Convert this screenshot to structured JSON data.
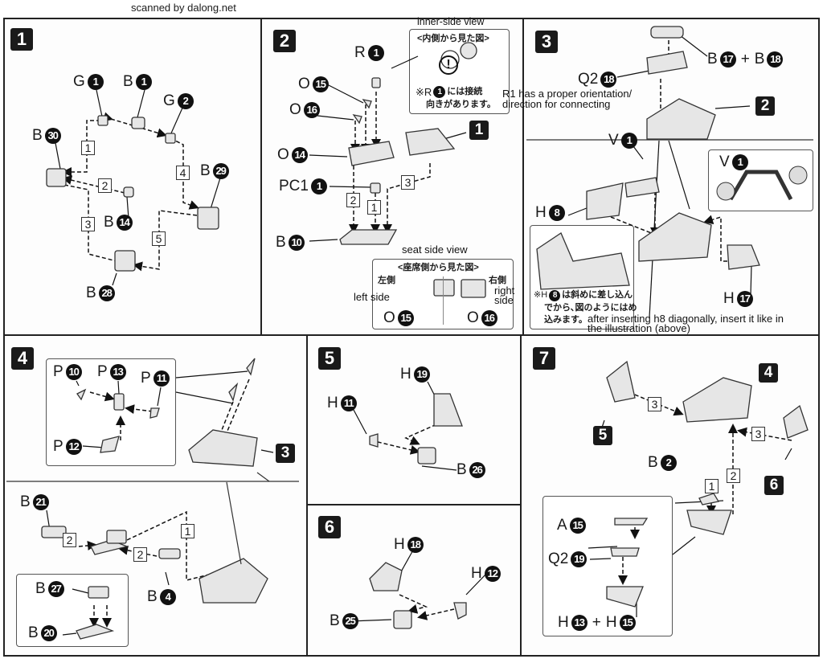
{
  "header": {
    "credit": "scanned by dalong.net"
  },
  "colors": {
    "ink": "#1a1a1a",
    "paper": "#fdfdfd",
    "part_fill": "#e8e8e8"
  },
  "steps": {
    "s1": {
      "number": "1",
      "parts": [
        {
          "runner": "G",
          "num": "1"
        },
        {
          "runner": "B",
          "num": "1"
        },
        {
          "runner": "G",
          "num": "2"
        },
        {
          "runner": "B",
          "num": "30"
        },
        {
          "runner": "B",
          "num": "29"
        },
        {
          "runner": "B",
          "num": "14"
        },
        {
          "runner": "B",
          "num": "28"
        }
      ],
      "sequence": [
        "1",
        "2",
        "3",
        "4",
        "5"
      ]
    },
    "s2": {
      "number": "2",
      "parts": [
        {
          "runner": "R",
          "num": "1"
        },
        {
          "runner": "O",
          "num": "15"
        },
        {
          "runner": "O",
          "num": "16"
        },
        {
          "runner": "O",
          "num": "14"
        },
        {
          "runner": "PC1",
          "num": "1"
        },
        {
          "runner": "B",
          "num": "10"
        }
      ],
      "ref_step": "1",
      "sequence": [
        "1",
        "2",
        "3"
      ],
      "inner_view": {
        "translation": "inner-side view",
        "title_jp": "<内側から見た図>",
        "warning_symbol": "!",
        "note_jp_1": "※R",
        "note_num": "1",
        "note_jp_2": "には接続",
        "note_jp_3": "向きがあります。",
        "translation_note": "R1 has a proper orientation/ direction for connecting"
      },
      "seat_view": {
        "translation": "seat side view",
        "title_jp": "<座席側から見た図>",
        "left_jp": "左側",
        "left_en": "left side",
        "right_jp": "右側",
        "right_en": "right side",
        "left_part": {
          "runner": "O",
          "num": "15"
        },
        "right_part": {
          "runner": "O",
          "num": "16"
        }
      }
    },
    "s3": {
      "number": "3",
      "parts": [
        {
          "runner": "B",
          "num": "17"
        },
        {
          "runner": "B",
          "num": "18"
        },
        {
          "runner": "Q2",
          "num": "18"
        },
        {
          "runner": "V",
          "num": "1"
        },
        {
          "runner": "H",
          "num": "8"
        },
        {
          "runner": "H",
          "num": "17"
        }
      ],
      "plus": "+",
      "ref_step": "2",
      "inset_part": {
        "runner": "V",
        "num": "1"
      },
      "note": {
        "jp_1": "※H",
        "num": "8",
        "jp_2": "は斜めに差し込ん",
        "jp_3": "でから､図のようにはめ",
        "jp_4": "込みます。",
        "translation": "after inserting h8 diagonally, insert it like in the illustration (above)"
      }
    },
    "s4": {
      "number": "4",
      "parts": [
        {
          "runner": "P",
          "num": "10"
        },
        {
          "runner": "P",
          "num": "13"
        },
        {
          "runner": "P",
          "num": "11"
        },
        {
          "runner": "P",
          "num": "12"
        },
        {
          "runner": "B",
          "num": "21"
        },
        {
          "runner": "B",
          "num": "27"
        },
        {
          "runner": "B",
          "num": "20"
        },
        {
          "runner": "B",
          "num": "4"
        }
      ],
      "ref_step": "3",
      "sequence": [
        "1",
        "2",
        "2"
      ]
    },
    "s5": {
      "number": "5",
      "parts": [
        {
          "runner": "H",
          "num": "19"
        },
        {
          "runner": "H",
          "num": "11"
        },
        {
          "runner": "B",
          "num": "26"
        }
      ]
    },
    "s6": {
      "number": "6",
      "parts": [
        {
          "runner": "H",
          "num": "18"
        },
        {
          "runner": "H",
          "num": "12"
        },
        {
          "runner": "B",
          "num": "25"
        }
      ]
    },
    "s7": {
      "number": "7",
      "refs": [
        "5",
        "4",
        "6"
      ],
      "parts": [
        {
          "runner": "B",
          "num": "2"
        },
        {
          "runner": "A",
          "num": "15"
        },
        {
          "runner": "Q2",
          "num": "19"
        },
        {
          "runner": "H",
          "num": "13"
        },
        {
          "runner": "H",
          "num": "15"
        }
      ],
      "plus": "+",
      "sequence": [
        "1",
        "2",
        "3",
        "3"
      ]
    }
  }
}
